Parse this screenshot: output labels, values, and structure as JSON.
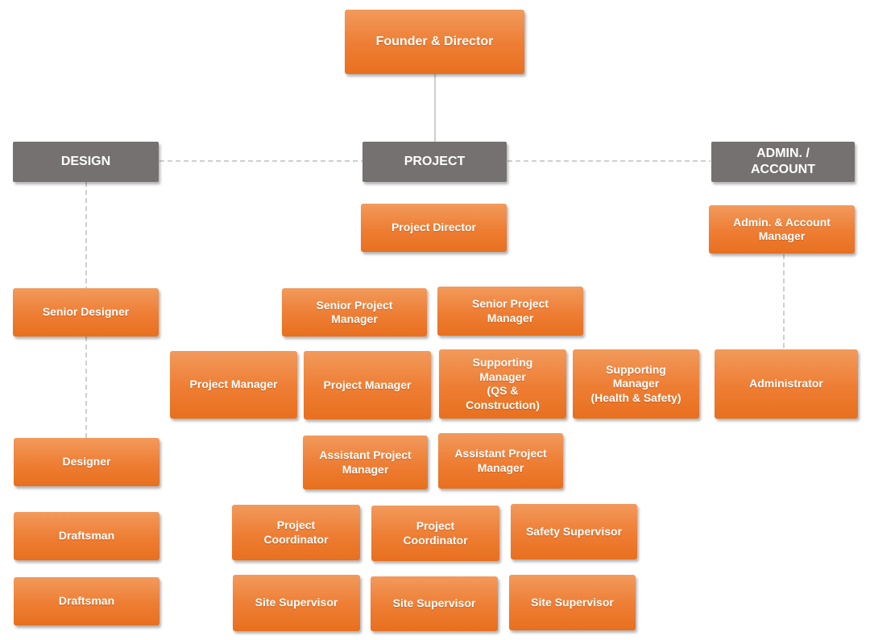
{
  "top": {
    "label": "Founder & Director"
  },
  "departments": {
    "design": "DESIGN",
    "project": "PROJECT",
    "admin": "ADMIN. /\nACCOUNT"
  },
  "design": {
    "senior_designer": "Senior Designer",
    "designer": "Designer",
    "draftsman_1": "Draftsman",
    "draftsman_2": "Draftsman"
  },
  "project": {
    "director": "Project Director",
    "senior_pm_1": "Senior Project\nManager",
    "senior_pm_2": "Senior Project\nManager",
    "pm_1": "Project Manager",
    "pm_2": "Project Manager",
    "supporting_qs": "Supporting\nManager\n(QS &\nConstruction)",
    "supporting_hs": "Supporting\nManager\n(Health & Safety)",
    "assistant_pm_1": "Assistant Project\nManager",
    "assistant_pm_2": "Assistant Project\nManager",
    "coordinator_1": "Project\nCoordinator",
    "coordinator_2": "Project\nCoordinator",
    "safety_supervisor": "Safety Supervisor",
    "site_supervisor_1": "Site Supervisor",
    "site_supervisor_2": "Site Supervisor",
    "site_supervisor_3": "Site Supervisor"
  },
  "admin": {
    "manager": "Admin. & Account\nManager",
    "administrator": "Administrator"
  },
  "colors": {
    "box_orange": "#ee7d33",
    "header_grey": "#767171",
    "connector": "#bfbfbf"
  }
}
